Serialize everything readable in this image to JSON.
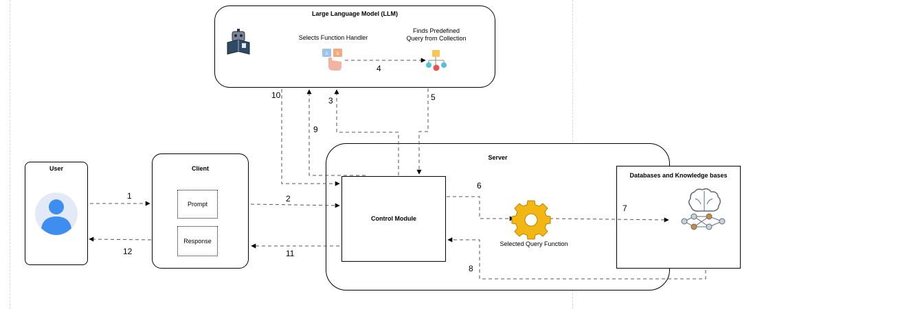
{
  "llm": {
    "title": "Large Language Model (LLM)",
    "selects_label": "Selects Function Handler",
    "finds_label_line1": "Finds Predefined",
    "finds_label_line2": "Query from Collection",
    "icons": [
      "robot-reading-book-icon",
      "hand-selecting-icon",
      "query-hierarchy-icon"
    ]
  },
  "user": {
    "title": "User",
    "icon": "user-avatar-icon"
  },
  "client": {
    "title": "Client",
    "prompt_label": "Prompt",
    "response_label": "Response"
  },
  "server": {
    "title": "Server",
    "control_module_label": "Control Module",
    "query_function_label": "Selected Query Function",
    "icon": "gear-icon"
  },
  "databases": {
    "title": "Databases and Knowledge bases",
    "icon": "brain-network-icon"
  },
  "steps": {
    "s1": "1",
    "s2": "2",
    "s3": "3",
    "s4": "4",
    "s5": "5",
    "s6": "6",
    "s7": "7",
    "s8": "8",
    "s9": "9",
    "s10": "10",
    "s11": "11",
    "s12": "12"
  },
  "colors": {
    "avatar_bg": "#e3e9f7",
    "avatar_fg": "#3d8ef0",
    "gear": "#f2b713",
    "line": "#555555"
  }
}
